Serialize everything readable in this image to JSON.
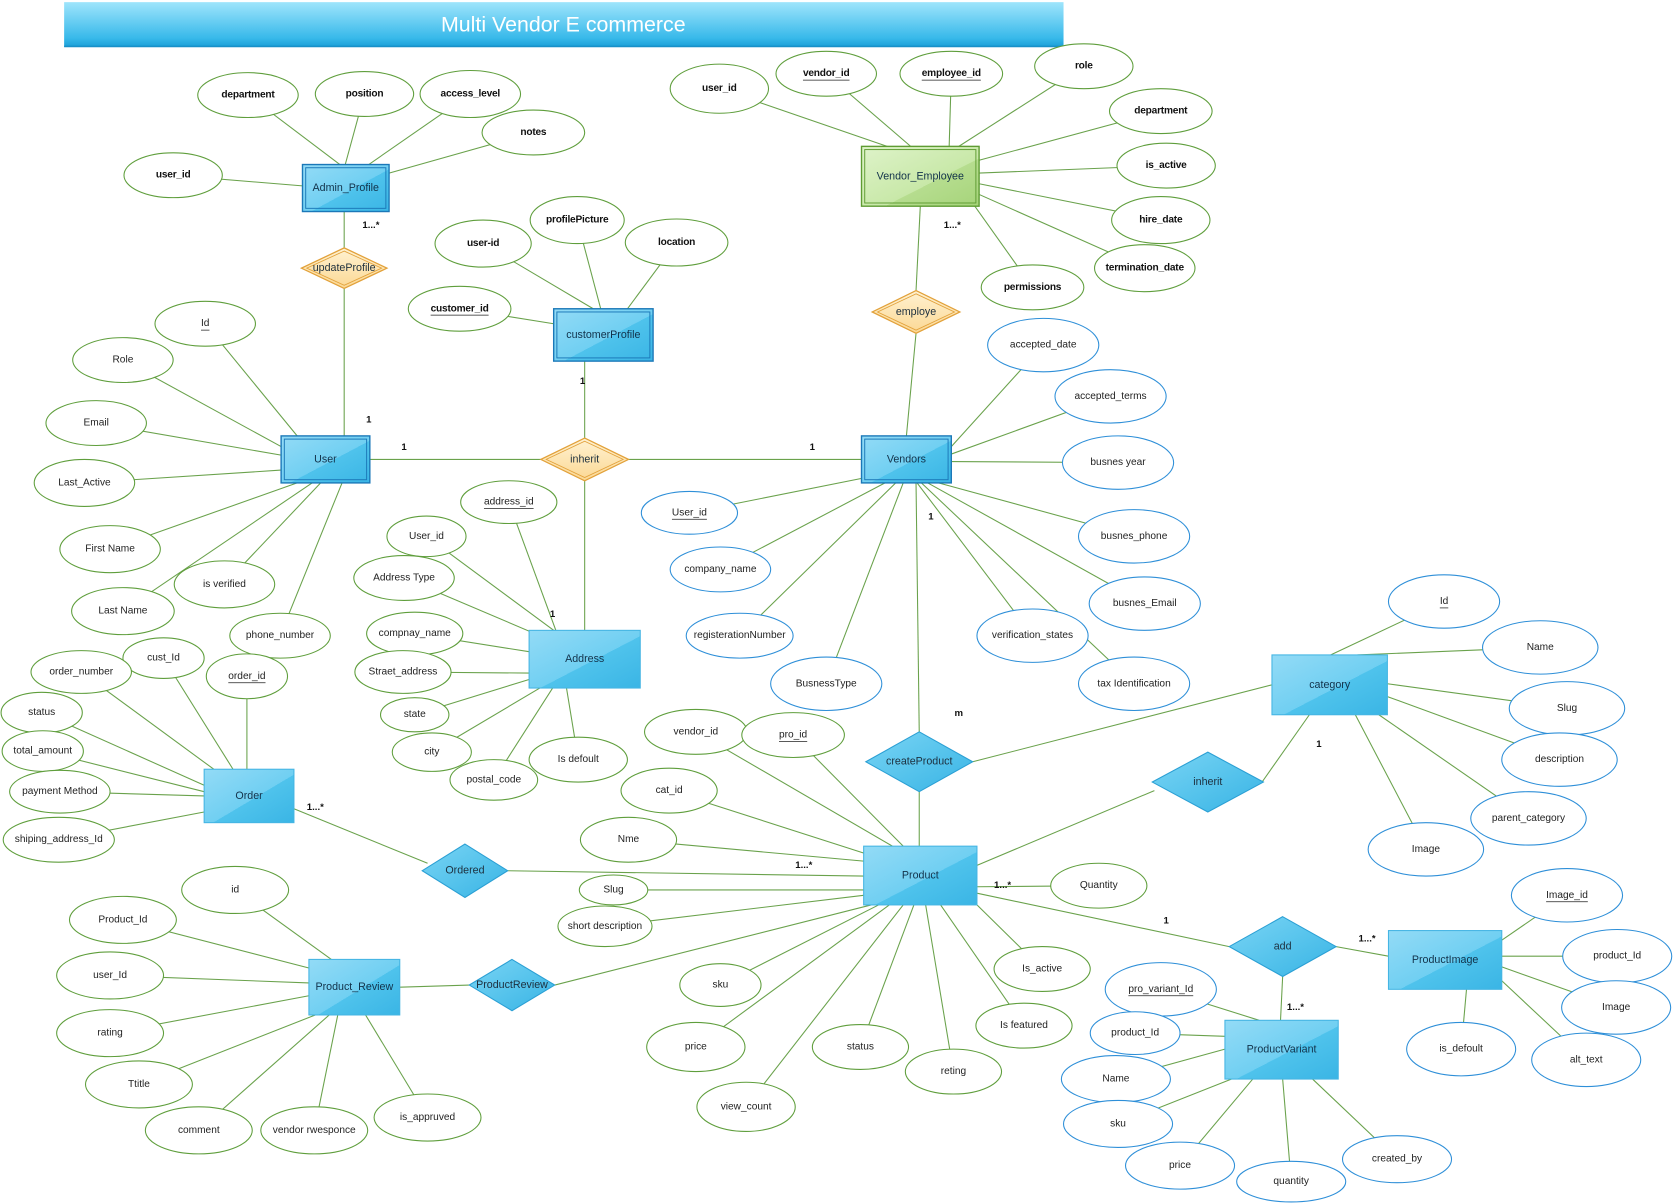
{
  "title": "Multi Vendor E commerce",
  "colors": {
    "connector": "#6aa24c",
    "attribute_green": "#5f9e3c",
    "attribute_blue": "#2e8fd8",
    "entity_border": "#1b78b8",
    "entity_single_border": "#45b5e3",
    "employee_border": "#5e9c32",
    "relationship_orange_border": "#e2a13a",
    "relationship_blue_border": "#2a9fd4"
  },
  "entities": {
    "admin_profile": {
      "label": "Admin_Profile",
      "attributes": [
        {
          "label": "department"
        },
        {
          "label": "position"
        },
        {
          "label": "access_level"
        },
        {
          "label": "notes"
        },
        {
          "label": "user_id"
        }
      ]
    },
    "customer_profile": {
      "label": "customerProfile",
      "attributes": [
        {
          "label": "user-id"
        },
        {
          "label": "profilePicture"
        },
        {
          "label": "location"
        },
        {
          "label": "customer_id",
          "key": true
        }
      ]
    },
    "vendor_employee": {
      "label": "Vendor_Employee",
      "attributes": [
        {
          "label": "user_id"
        },
        {
          "label": "vendor_id",
          "key": true
        },
        {
          "label": "employee_id",
          "key": true
        },
        {
          "label": "role"
        },
        {
          "label": "department"
        },
        {
          "label": "is_active"
        },
        {
          "label": "hire_date"
        },
        {
          "label": "termination_date"
        },
        {
          "label": "permissions"
        }
      ]
    },
    "user": {
      "label": "User",
      "attributes": [
        {
          "label": "Id",
          "key": true
        },
        {
          "label": "Role"
        },
        {
          "label": "Email"
        },
        {
          "label": "Last_Active"
        },
        {
          "label": "First Name"
        },
        {
          "label": "is verified"
        },
        {
          "label": "Last Name"
        },
        {
          "label": "phone_number"
        }
      ]
    },
    "vendors": {
      "label": "Vendors",
      "attributes": [
        {
          "label": "accepted_date"
        },
        {
          "label": "accepted_terms"
        },
        {
          "label": "busnes year"
        },
        {
          "label": "busnes_phone"
        },
        {
          "label": "busnes_Email"
        },
        {
          "label": "tax Identification"
        },
        {
          "label": "verification_states"
        },
        {
          "label": "BusnessType"
        },
        {
          "label": "registerationNumber"
        },
        {
          "label": "company_name"
        },
        {
          "label": "User_id",
          "key": true
        }
      ]
    },
    "address": {
      "label": "Address",
      "attributes": [
        {
          "label": "address_id",
          "key": true
        },
        {
          "label": "User_id"
        },
        {
          "label": "Address Type"
        },
        {
          "label": "compnay_name"
        },
        {
          "label": "Straet_address"
        },
        {
          "label": "state"
        },
        {
          "label": "city"
        },
        {
          "label": "postal_code"
        },
        {
          "label": "Is defoult"
        }
      ]
    },
    "order": {
      "label": "Order",
      "attributes": [
        {
          "label": "cust_Id"
        },
        {
          "label": "order_id",
          "key": true
        },
        {
          "label": "order_number"
        },
        {
          "label": "status"
        },
        {
          "label": "total_amount"
        },
        {
          "label": "payment Method"
        },
        {
          "label": "shiping_address_Id"
        }
      ]
    },
    "product": {
      "label": "Product",
      "attributes": [
        {
          "label": "vendor_id"
        },
        {
          "label": "pro_id",
          "key": true
        },
        {
          "label": "cat_id"
        },
        {
          "label": "Nme"
        },
        {
          "label": "Slug"
        },
        {
          "label": "short description"
        },
        {
          "label": "sku"
        },
        {
          "label": "price"
        },
        {
          "label": "view_count"
        },
        {
          "label": "status"
        },
        {
          "label": "reting"
        },
        {
          "label": "Is featured"
        },
        {
          "label": "Is_active"
        },
        {
          "label": "Quantity"
        }
      ]
    },
    "category": {
      "label": "category",
      "attributes": [
        {
          "label": "Id",
          "key": true
        },
        {
          "label": "Name"
        },
        {
          "label": "Slug"
        },
        {
          "label": "description"
        },
        {
          "label": "parent_category"
        },
        {
          "label": "Image"
        }
      ]
    },
    "product_image": {
      "label": "ProductImage",
      "attributes": [
        {
          "label": "Image_id",
          "key": true
        },
        {
          "label": "product_Id"
        },
        {
          "label": "Image"
        },
        {
          "label": "alt_text"
        },
        {
          "label": "is_defoult"
        }
      ]
    },
    "product_variant": {
      "label": "ProductVariant",
      "attributes": [
        {
          "label": "pro_variant_Id",
          "key": true
        },
        {
          "label": "product_Id"
        },
        {
          "label": "Name"
        },
        {
          "label": "sku"
        },
        {
          "label": "price"
        },
        {
          "label": "quantity"
        },
        {
          "label": "created_by"
        }
      ]
    },
    "product_review": {
      "label": "Product_Review",
      "attributes": [
        {
          "label": "id"
        },
        {
          "label": "Product_Id"
        },
        {
          "label": "user_Id"
        },
        {
          "label": "rating"
        },
        {
          "label": "Ttitle"
        },
        {
          "label": "comment"
        },
        {
          "label": "vendor rwesponce"
        },
        {
          "label": "is_appruved"
        }
      ]
    }
  },
  "relationships": {
    "update_profile": {
      "label": "updateProfile"
    },
    "inherit_user": {
      "label": "inherit"
    },
    "employe": {
      "label": "employe"
    },
    "create_product": {
      "label": "createProduct"
    },
    "ordered": {
      "label": "Ordered"
    },
    "product_review": {
      "label": "ProductReview"
    },
    "inherit_category": {
      "label": "inherit"
    },
    "add": {
      "label": "add"
    }
  },
  "cardinalities": [
    "1...*",
    "1...*",
    "1",
    "1",
    "1",
    "1",
    "1",
    "1",
    "m",
    "1...*",
    "1...*",
    "1...*",
    "1",
    "1",
    "1...*",
    "1...*"
  ]
}
